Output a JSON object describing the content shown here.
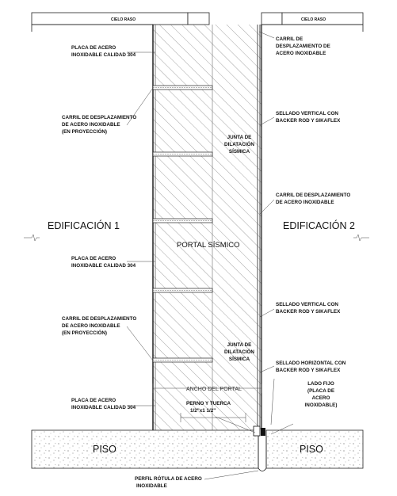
{
  "ceiling": {
    "left": "CIELO RASO",
    "right": "CIELO RASO"
  },
  "buildings": {
    "left": "EDIFICACIÓN 1",
    "right": "EDIFICACIÓN 2"
  },
  "floor": {
    "left": "PISO",
    "right": "PISO"
  },
  "center": {
    "portal": "PORTAL SÍSMICO",
    "joint_top": [
      "JUNTA DE",
      "DILATACIÓN",
      "SÍSMICA"
    ],
    "joint_bottom": [
      "JUNTA DE",
      "DILATACIÓN",
      "SÍSMICA"
    ],
    "width_dim": "ANCHO DEL PORTAL",
    "bolt": [
      "PERNO Y TUERCA",
      "1/2\"x1 1/2\""
    ]
  },
  "left_notes": {
    "plate_top": [
      "PLACA DE ACERO",
      "INOXIDABLE CALIDAD 304"
    ],
    "rail_1": [
      "CARRIL DE DESPLAZAMIENTO",
      "DE ACERO INOXIDABLE",
      "(EN PROYECCIÓN)"
    ],
    "plate_mid": [
      "PLACA DE ACERO",
      "INOXIDABLE CALIDAD 304"
    ],
    "rail_2": [
      "CARRIL DE DESPLAZAMIENTO",
      "DE ACERO INOXIDABLE",
      "(EN PROYECCIÓN)"
    ],
    "plate_bottom": [
      "PLACA DE ACERO",
      "INOXIDABLE CALIDAD 304"
    ]
  },
  "right_notes": {
    "rail_top": [
      "CARRIL DE",
      "DESPLAZAMIENTO DE",
      "ACERO INOXIDABLE"
    ],
    "seal_1": [
      "SELLADO VERTICAL CON",
      "BACKER ROD Y SIKAFLEX"
    ],
    "rail_2": [
      "CARRIL DE DESPLAZAMIENTO",
      "DE ACERO INOXIDABLE"
    ],
    "seal_2": [
      "SELLADO VERTICAL CON",
      "BACKER ROD Y SIKAFLEX"
    ],
    "seal_h": [
      "SELLADO HORIZONTAL CON",
      "BACKER ROD Y SIKAFLEX"
    ],
    "fixed": [
      "LADO FIJO",
      "(PLACA DE",
      "ACERO",
      "INOXIDABLE)"
    ]
  },
  "bottom_note": [
    "PERFIL RÓTULA DE ACERO",
    "INOXIDABLE"
  ]
}
